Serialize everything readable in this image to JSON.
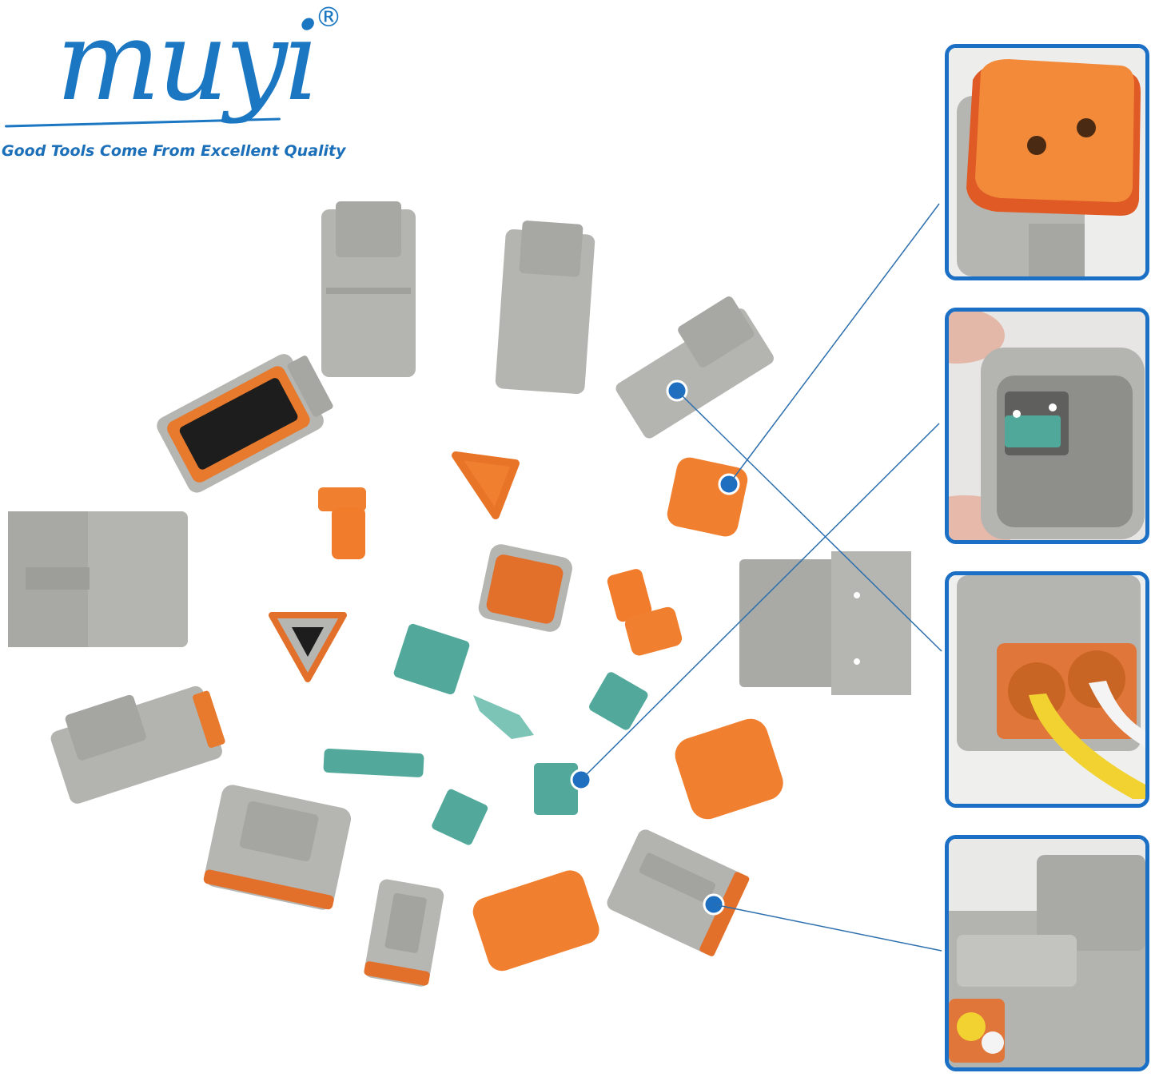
{
  "brand": {
    "name": "muyi",
    "registered_mark": "®",
    "tagline": "Good Tools Come From Excellent Quality",
    "color": "#1b77c2"
  },
  "colors": {
    "connector_grey": "#b5b5b2",
    "seal_orange": "#f07e2a",
    "wedge_teal": "#4fa89a",
    "panel_border": "#1b6fc4",
    "leader_line": "#2c6fae"
  },
  "detail_panels": [
    {
      "name": "orange-seal-closeup"
    },
    {
      "name": "teal-wedgelock-closeup"
    },
    {
      "name": "wired-connector-closeup"
    },
    {
      "name": "latch-closeup"
    }
  ]
}
